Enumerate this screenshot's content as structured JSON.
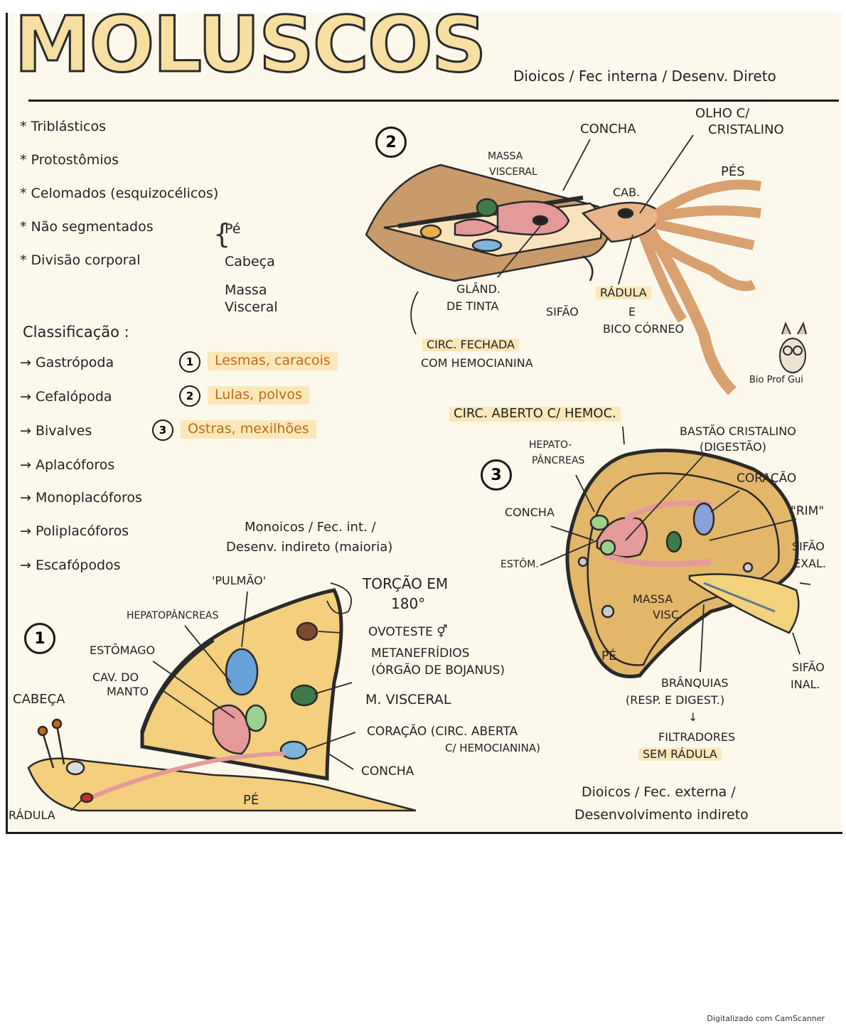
{
  "title": "MOLUSCOS",
  "header_note": "Dioicos / Fec interna / Desenv. Direto",
  "traits": [
    "* Triblásticos",
    "* Protostômios",
    "* Celomados (esquizocélicos)",
    "* Não segmentados",
    "* Divisão corporal"
  ],
  "body_division": [
    "Pé",
    "Cabeça",
    "Massa",
    "Visceral"
  ],
  "classification_title": "Classificação :",
  "classes": [
    {
      "name": "→ Gastrópoda",
      "num": "1",
      "examples": "Lesmas, caracois"
    },
    {
      "name": "→ Cefalópoda",
      "num": "2",
      "examples": "Lulas, polvos"
    },
    {
      "name": "→ Bivalves",
      "num": "3",
      "examples": "Ostras, mexilhões"
    },
    {
      "name": "→ Aplacóforos"
    },
    {
      "name": "→ Monoplacóforos"
    },
    {
      "name": "→ Poliplacóforos"
    },
    {
      "name": "→ Escafópodos"
    }
  ],
  "squid": {
    "num": "2",
    "labels": {
      "concha": "CONCHA",
      "olho_l1": "OLHO C/",
      "olho_l2": "CRISTALINO",
      "massa_l1": "MASSA",
      "massa_l2": "VISCERAL",
      "cab": "CAB.",
      "pes": "PÉS",
      "glandula_l1": "GLÂND.",
      "glandula_l2": "DE TINTA",
      "sifao": "SIFÃO",
      "radula_l1": "RÁDULA",
      "radula_l2": "E",
      "radula_l3": "BICO CÓRNEO",
      "circ_l1": "CIRC. FECHADA",
      "circ_l2": "COM HEMOCIANINA"
    }
  },
  "signature": "Bio Prof Gui",
  "snail": {
    "num": "1",
    "notes_l1": "Monoicos / Fec. int. /",
    "notes_l2": "Desenv. indireto (maioria)",
    "labels": {
      "pulmao": "'PULMÃO'",
      "torcao_l1": "TORÇÃO EM",
      "torcao_l2": "180°",
      "hepato": "HEPATOPÂNCREAS",
      "estomago": "ESTÔMAGO",
      "cav_l1": "CAV. DO",
      "cav_l2": "MANTO",
      "cabeca": "CABEÇA",
      "ovoteste": "OVOTESTE ⚥",
      "metanef_l1": "METANEFRÍDIOS",
      "metanef_l2": "(ÓRGÃO DE BOJANUS)",
      "mvisceral": "M. VISCERAL",
      "coracao_l1": "CORAÇÃO (CIRC. ABERTA",
      "coracao_l2": "C/ HEMOCIANINA)",
      "concha": "CONCHA",
      "pe": "PÉ",
      "radula": "RÁDULA"
    }
  },
  "bivalve": {
    "num": "3",
    "circ": "CIRC. ABERTO C/ HEMOC.",
    "labels": {
      "hepato_l1": "HEPATO-",
      "hepato_l2": "PÂNCREAS",
      "bastao_l1": "BASTÃO CRISTALINO",
      "bastao_l2": "(DIGESTÃO)",
      "coracao": "CORAÇÃO",
      "concha": "CONCHA",
      "rim": "\"RIM\"",
      "estom": "ESTÔM.",
      "sifao_exal_l1": "SIFÃO",
      "sifao_exal_l2": "EXAL.",
      "massa_l1": "MASSA",
      "massa_l2": "VISC.",
      "pe": "PÉ",
      "sifao_inal_l1": "SIFÃO",
      "sifao_inal_l2": "INAL.",
      "branquias_l1": "BRÂNQUIAS",
      "branquias_l2": "(RESP. E DIGEST.)",
      "arrow": "↓",
      "filtradores_l1": "FILTRADORES",
      "filtradores_l2": "SEM RÁDULA"
    },
    "notes_l1": "Dioicos / Fec. externa /",
    "notes_l2": "Desenvolvimento indireto"
  },
  "footer": "Digitalizado com CamScanner"
}
